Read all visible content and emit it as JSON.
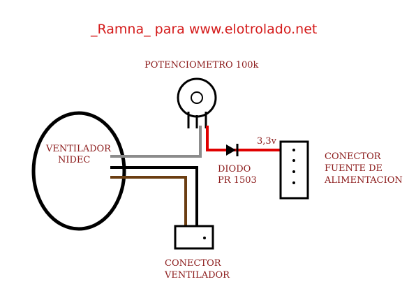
{
  "title": "_Ramna_ para www.elotrolado.net",
  "potentiometer": {
    "label": "POTENCIOMETRO 100k"
  },
  "fan": {
    "label_line1": "VENTILADOR",
    "label_line2": "NIDEC"
  },
  "diode": {
    "label_line1": "DIODO",
    "label_line2": "PR 1503"
  },
  "voltage": {
    "label": "3,3v"
  },
  "psu_connector": {
    "label_line1": "CONECTOR",
    "label_line2": "FUENTE DE",
    "label_line3": "ALIMENTACION"
  },
  "fan_connector": {
    "label_line1": "CONECTOR",
    "label_line2": "VENTILADOR"
  },
  "colors": {
    "title": "#d41a1a",
    "label": "#8b1a1a",
    "wire_gray": "#8c8c8c",
    "wire_black": "#000000",
    "wire_brown": "#6b3e12",
    "wire_red": "#e00000"
  }
}
